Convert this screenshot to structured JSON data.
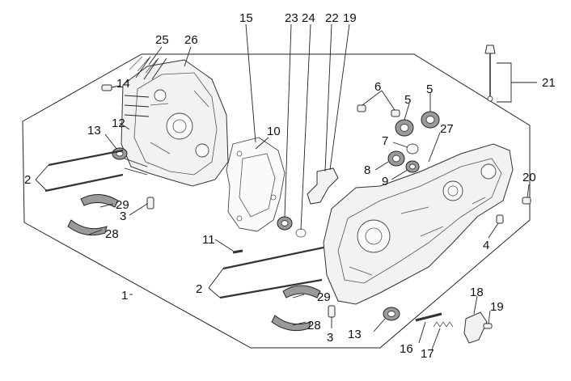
{
  "labels": {
    "l1": "1",
    "l2a": "2",
    "l2b": "2",
    "l3a": "3",
    "l3b": "3",
    "l4": "4",
    "l5a": "5",
    "l5b": "5",
    "l6": "6",
    "l7": "7",
    "l8": "8",
    "l9": "9",
    "l10": "10",
    "l11": "11",
    "l12": "12",
    "l13a": "13",
    "l13b": "13",
    "l14": "14",
    "l15": "15",
    "l16": "16",
    "l17": "17",
    "l18": "18",
    "l19a": "19",
    "l19b": "19",
    "l20": "20",
    "l21": "21",
    "l22": "22",
    "l23": "23",
    "l24": "24",
    "l25": "25",
    "l26": "26",
    "l27": "27",
    "l28a": "28",
    "l28b": "28",
    "l29a": "29",
    "l29b": "29"
  }
}
